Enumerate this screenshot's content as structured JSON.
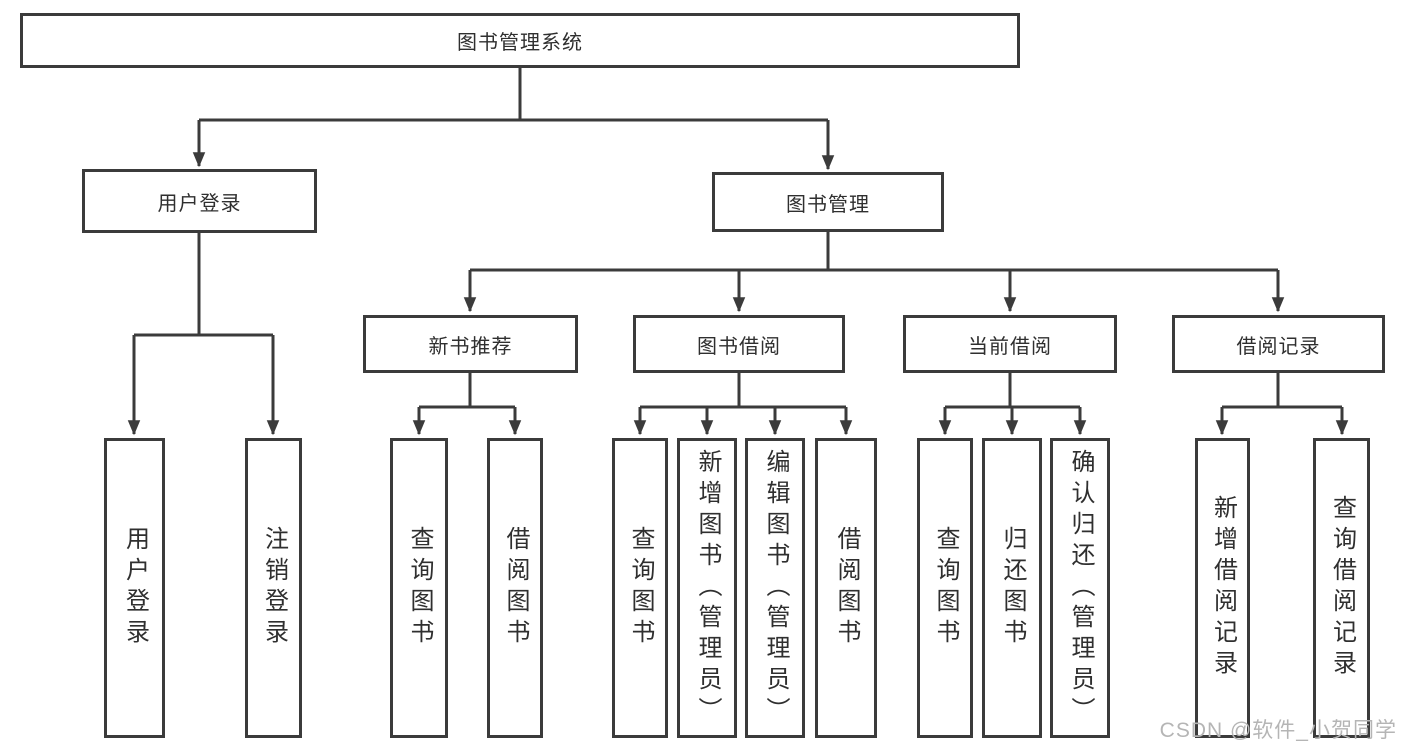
{
  "diagram": {
    "root": "图书管理系统",
    "branches": {
      "user_login": "用户登录",
      "book_management": "图书管理"
    },
    "sections": {
      "new_book_recommend": "新书推荐",
      "book_borrow": "图书借阅",
      "current_borrow": "当前借阅",
      "borrow_record": "借阅记录"
    },
    "leaves": {
      "user_login": "用户登录",
      "logout": "注销登录",
      "rec_query_book": "查询图书",
      "rec_borrow_book": "借阅图书",
      "bb_query_book": "查询图书",
      "bb_add_book": "新增图书（管理员）",
      "bb_edit_book": "编辑图书（管理员）",
      "bb_borrow_book": "借阅图书",
      "cb_query_book": "查询图书",
      "cb_return_book": "归还图书",
      "cb_confirm_return": "确认归还（管理员）",
      "br_add_record": "新增借阅记录",
      "br_query_record": "查询借阅记录"
    }
  },
  "watermark": "CSDN @软件_小贺同学",
  "colors": {
    "line": "#3b3b3b",
    "text": "#2f2f2f",
    "watermark": "#b5b5b5",
    "background": "#ffffff"
  }
}
